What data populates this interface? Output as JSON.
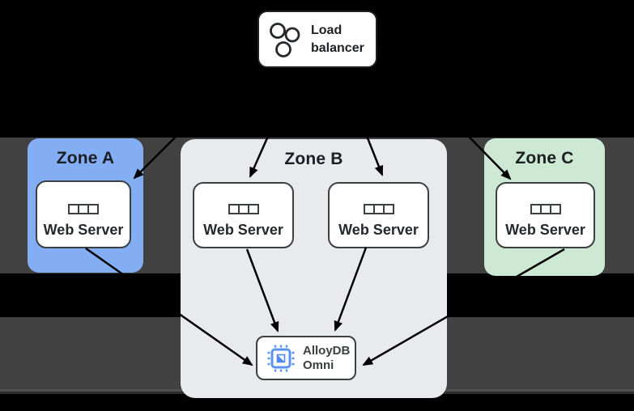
{
  "load_balancer": {
    "label": "Load balancer"
  },
  "zones": [
    {
      "label": "Zone A",
      "fill": "#84AEF4",
      "servers": [
        {
          "label": "Web Server"
        }
      ]
    },
    {
      "label": "Zone B",
      "fill": "#E8EAED",
      "servers": [
        {
          "label": "Web Server"
        },
        {
          "label": "Web Server"
        }
      ]
    },
    {
      "label": "Zone C",
      "fill": "#CDE8D3",
      "servers": [
        {
          "label": "Web Server"
        }
      ]
    }
  ],
  "database": {
    "line1": "AlloyDB",
    "line2": "Omni"
  },
  "icons": {
    "load_balancer": "three-circles-icon",
    "web_server": "server-strip-icon",
    "database": "blue-chip-icon"
  },
  "colors": {
    "background": "#000000",
    "band": "#414141",
    "zone_a_fill": "#84AEF4",
    "zone_b_fill": "#E8EAED",
    "zone_c_fill": "#CDE8D3",
    "node_fill": "#FFFFFF",
    "node_border": "#3C4043",
    "arrow": "#000000",
    "chip_blue": "#5B93F5",
    "text_dark": "#202124"
  }
}
